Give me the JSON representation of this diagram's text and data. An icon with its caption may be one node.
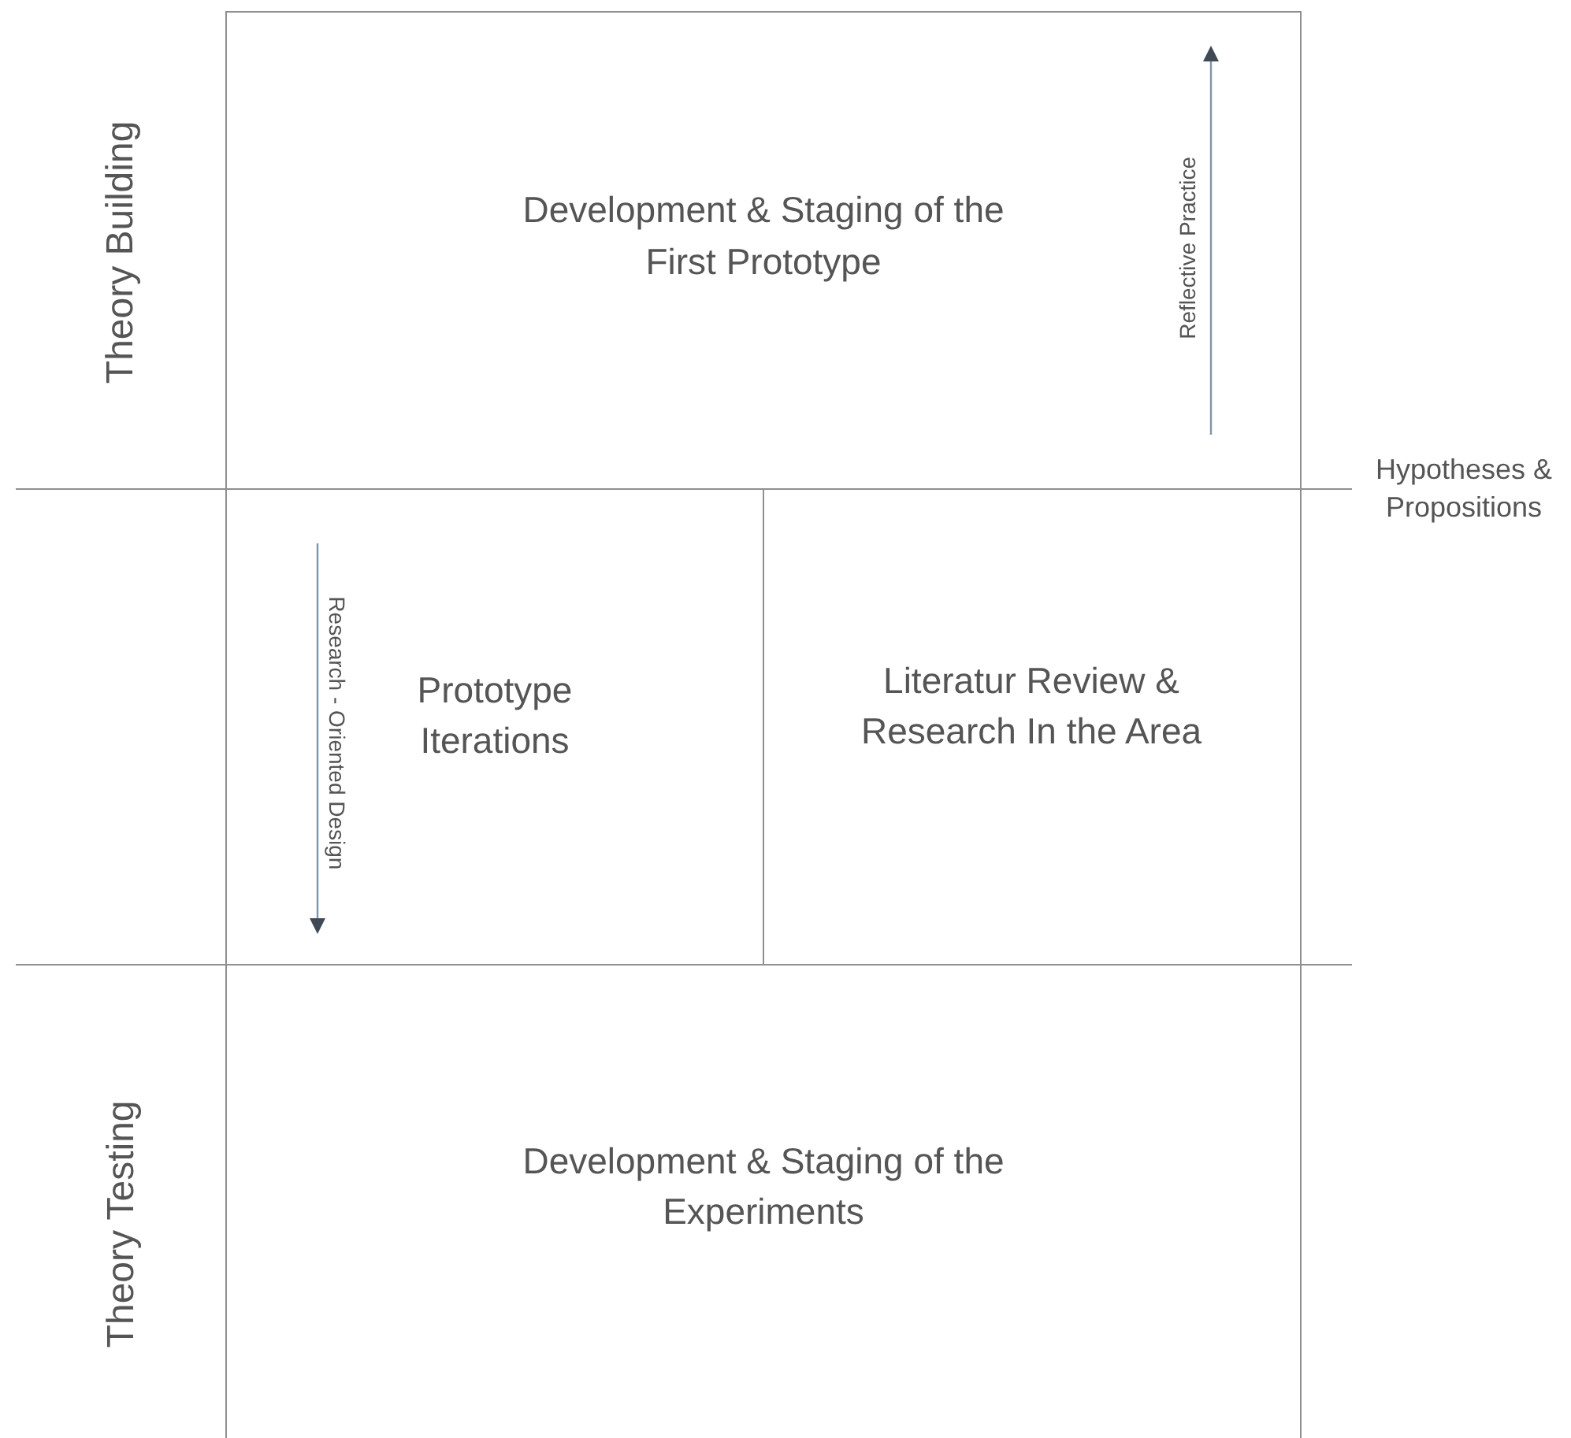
{
  "diagram": {
    "nodes": [
      {
        "text": [
          "Development & Staging of the First Prototype"
        ]
      },
      {
        "text": [
          "Prototype Iterations"
        ]
      },
      {
        "text": [
          "Literatur Review & Research In the Area"
        ]
      },
      {
        "text": [
          "Development & Staging of the Experiments"
        ]
      }
    ],
    "labels": [
      "Theory Building",
      "Reflective Practice",
      "Hypotheses & Propositions",
      "Research - Oriented Design",
      "Theory Testing"
    ]
  }
}
